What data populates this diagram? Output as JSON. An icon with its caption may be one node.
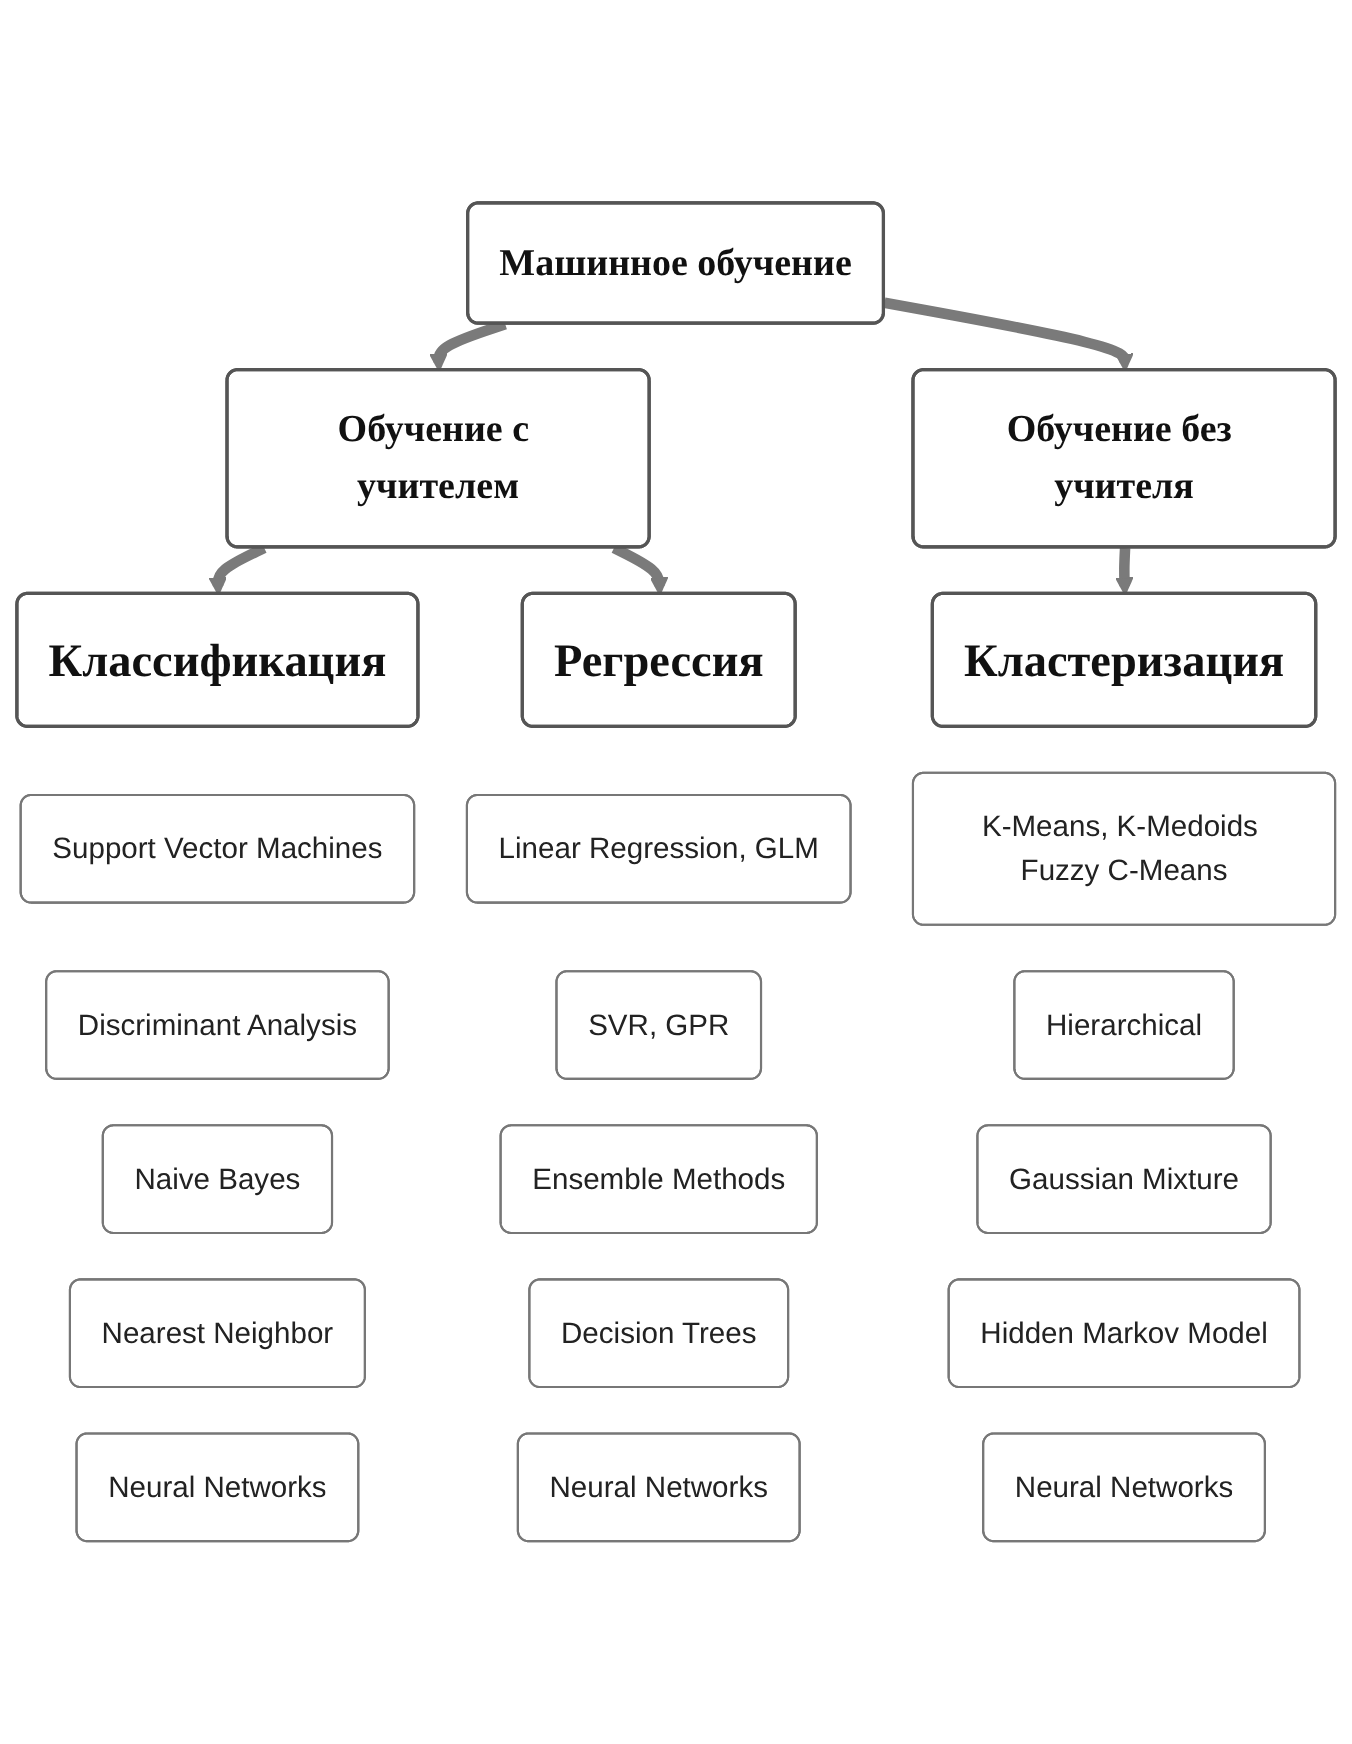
{
  "diagram": {
    "nodes": [
      {
        "text": [
          "Машинное обучение"
        ]
      },
      {
        "text": [
          "Обучение с учителем"
        ]
      },
      {
        "text": [
          "Обучение без учителя"
        ]
      },
      {
        "text": [
          "Классификация"
        ]
      },
      {
        "text": [
          "Регрессия"
        ]
      },
      {
        "text": [
          "Кластеризация"
        ]
      },
      {
        "text": [
          "Support Vector Machines"
        ]
      },
      {
        "text": [
          "Discriminant Analysis"
        ]
      },
      {
        "text": [
          "Naive Bayes"
        ]
      },
      {
        "text": [
          "Nearest Neighbor"
        ]
      },
      {
        "text": [
          "Neural Networks"
        ]
      },
      {
        "text": [
          "Linear Regression, GLM"
        ]
      },
      {
        "text": [
          "SVR, GPR"
        ]
      },
      {
        "text": [
          "Ensemble Methods"
        ]
      },
      {
        "text": [
          "Decision Trees"
        ]
      },
      {
        "text": [
          "Neural Networks"
        ]
      },
      {
        "text": [
          "K-Means, K-Medoids Fuzzy C-Means"
        ]
      },
      {
        "text": [
          "Hierarchical"
        ]
      },
      {
        "text": [
          "Gaussian Mixture"
        ]
      },
      {
        "text": [
          "Hidden Markov Model"
        ]
      },
      {
        "text": [
          "Neural Networks"
        ]
      }
    ],
    "edges": [
      {
        "from": 0,
        "to": 1,
        "arrow": "to"
      },
      {
        "from": 0,
        "to": 2,
        "arrow": "to"
      },
      {
        "from": 1,
        "to": 3,
        "arrow": "to"
      },
      {
        "from": 1,
        "to": 4,
        "arrow": "to"
      },
      {
        "from": 2,
        "to": 5,
        "arrow": "to"
      }
    ]
  }
}
